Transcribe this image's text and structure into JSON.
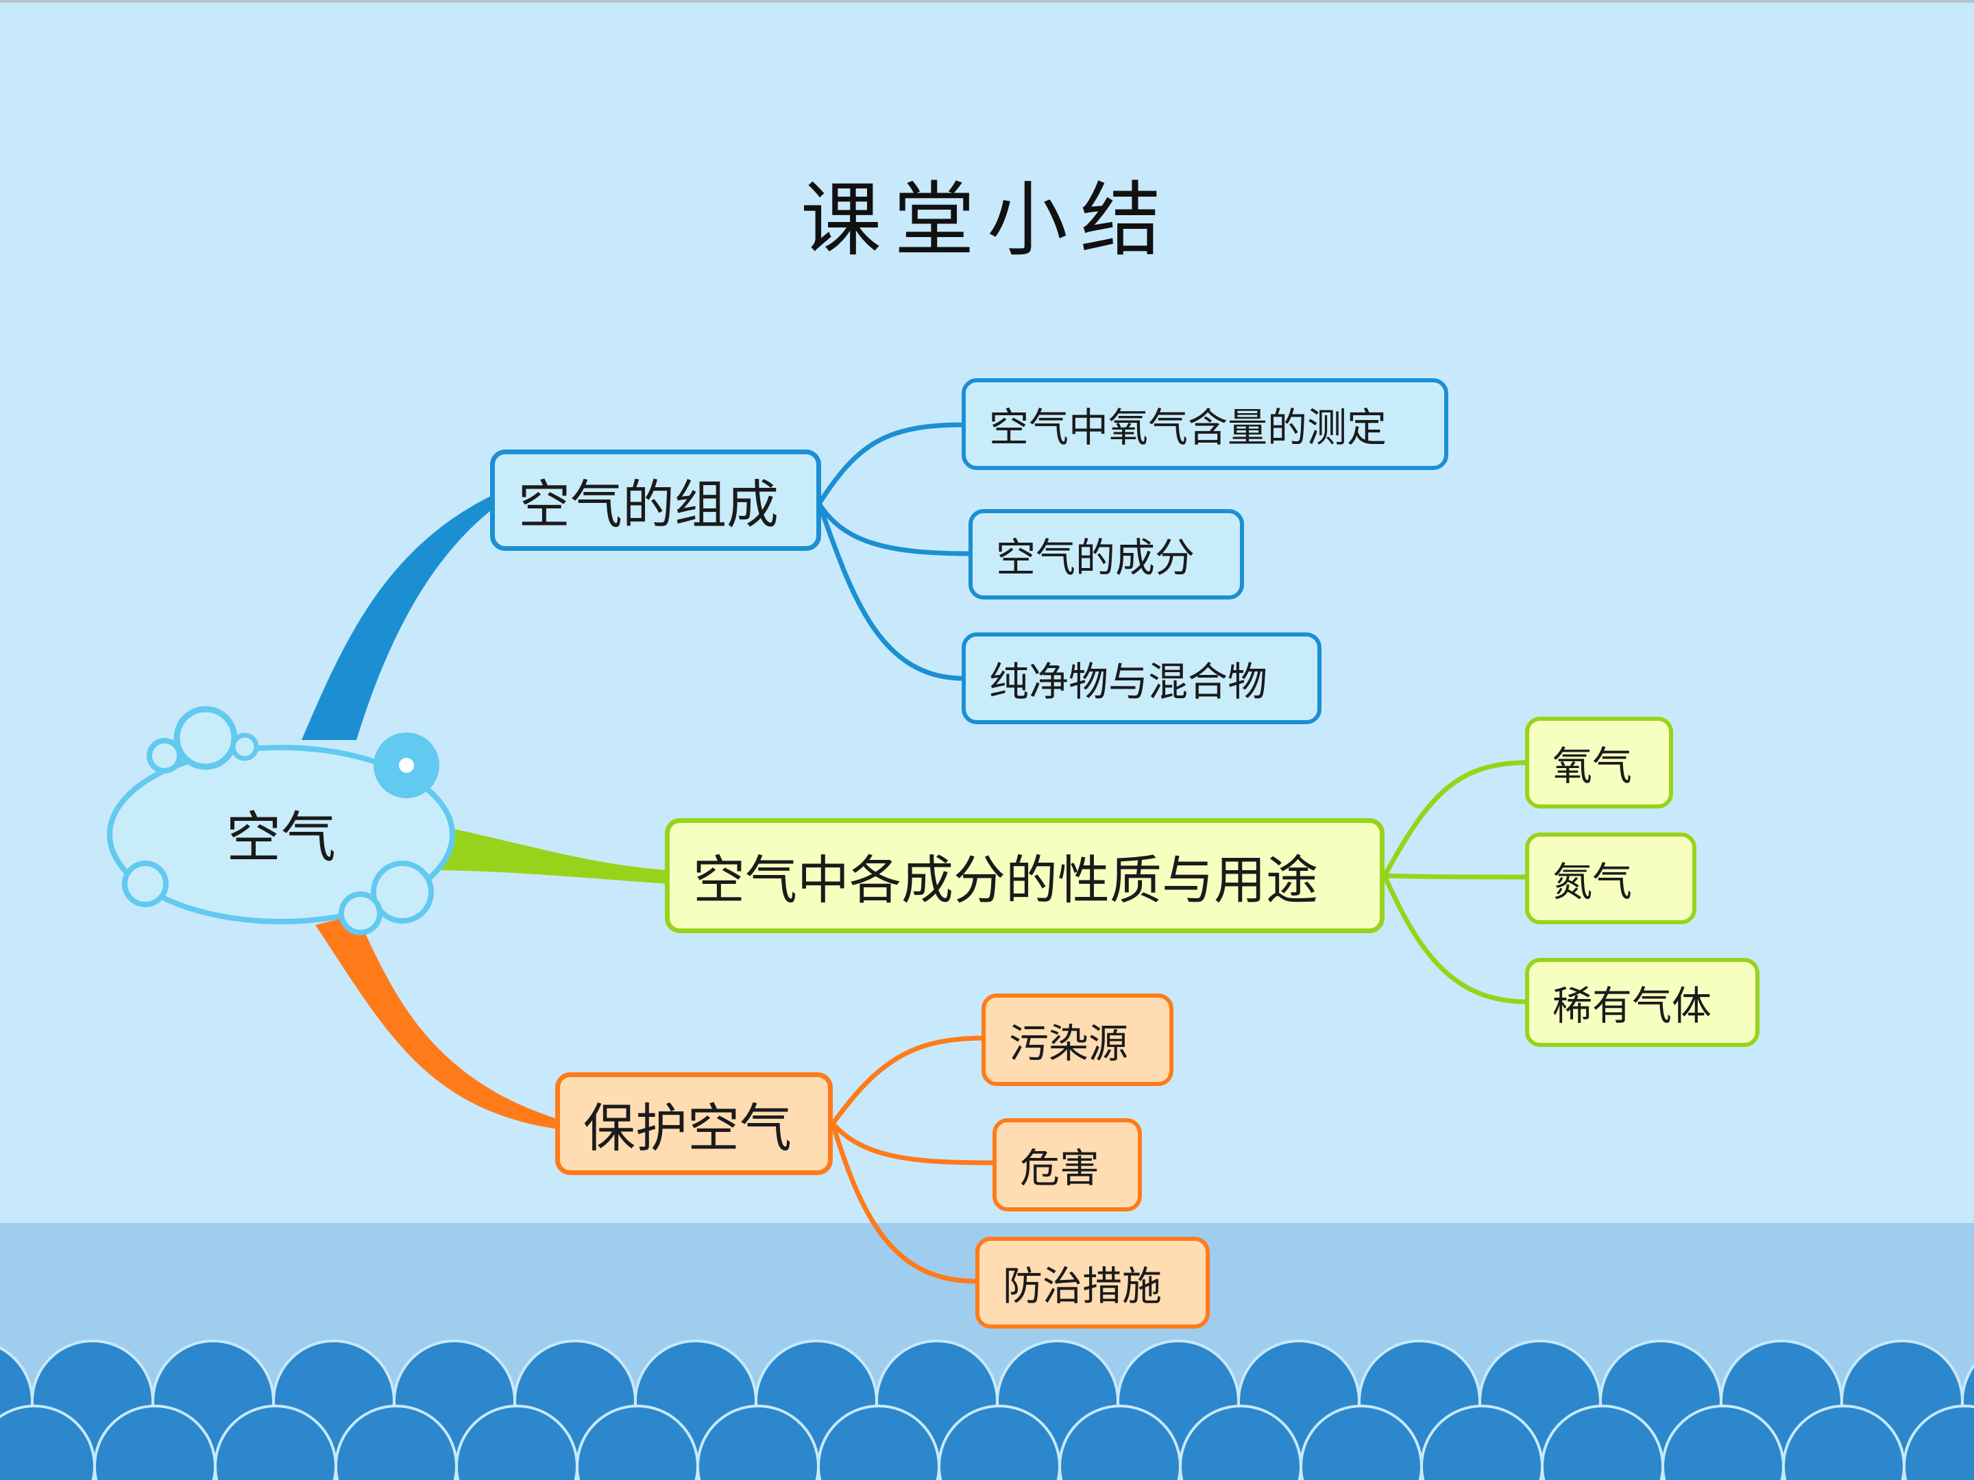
{
  "slide": {
    "title": "课堂小结"
  },
  "mindmap": {
    "root": "空气",
    "branches": [
      {
        "label": "空气的组成",
        "color": "#1c8fd2",
        "children": [
          "空气中氧气含量的测定",
          "空气的成分",
          "纯净物与混合物"
        ]
      },
      {
        "label": "空气中各成分的性质与用途",
        "color": "#98d31b",
        "children": [
          "氧气",
          "氮气",
          "稀有气体"
        ]
      },
      {
        "label": "保护空气",
        "color": "#ff7b1a",
        "children": [
          "污染源",
          "危害",
          "防治措施"
        ]
      }
    ]
  },
  "colors": {
    "background": "#c8e9fb",
    "sea": "#9fcdee",
    "waves": "#2d87cc",
    "root_outline": "#62c9f0"
  }
}
